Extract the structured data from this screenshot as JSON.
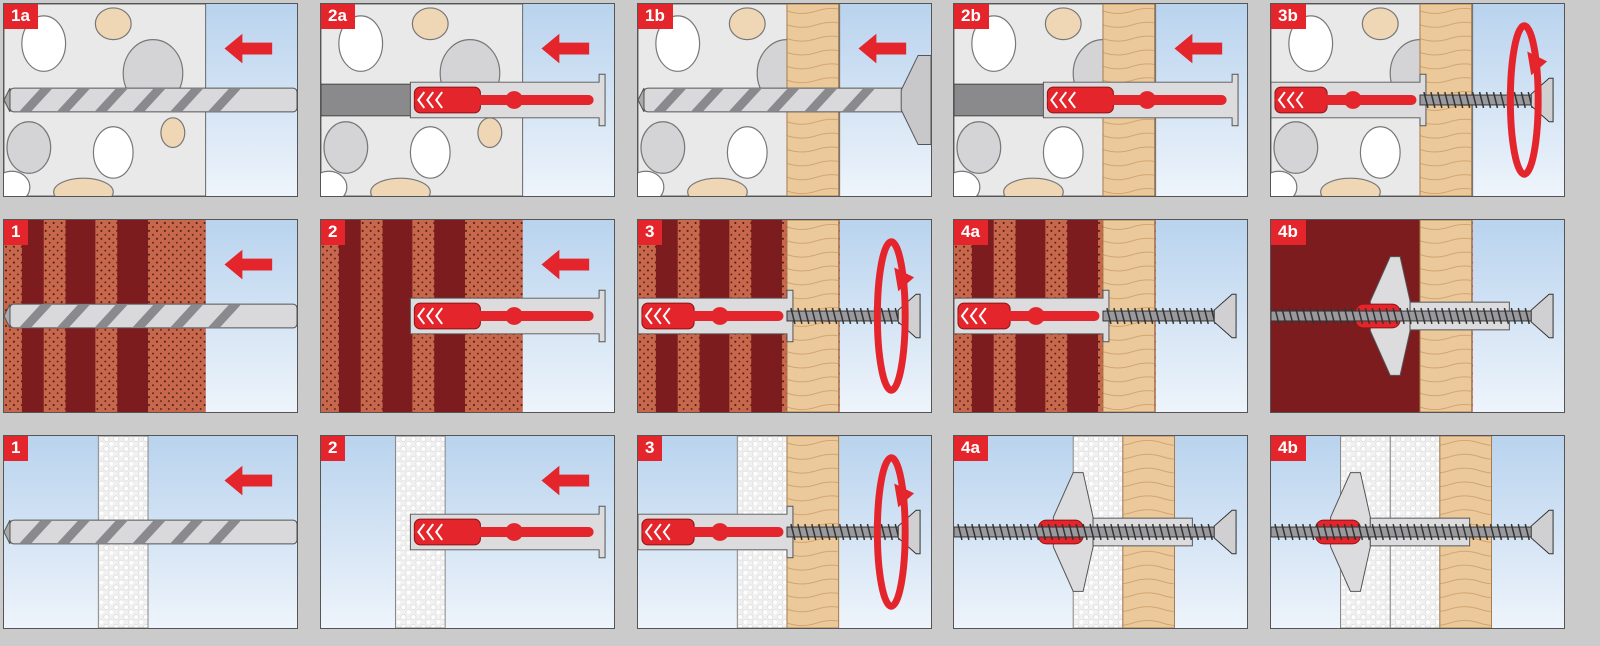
{
  "panels": [
    {
      "label": "1a"
    },
    {
      "label": "2a"
    },
    {
      "label": "1b"
    },
    {
      "label": "2b"
    },
    {
      "label": "3b"
    },
    {
      "label": "1"
    },
    {
      "label": "2"
    },
    {
      "label": "3"
    },
    {
      "label": "4a"
    },
    {
      "label": "4b"
    },
    {
      "label": "1"
    },
    {
      "label": "2"
    },
    {
      "label": "3"
    },
    {
      "label": "4a"
    },
    {
      "label": "4b"
    }
  ],
  "colors": {
    "accent_red": "#e4252b",
    "concrete": "#e9e9ea",
    "brick": "#c9674c",
    "brick_gap": "#7d1c1f",
    "wood": "#ecc99a",
    "air": "#d6e6f6",
    "plasterboard": "#f1f1f1"
  }
}
